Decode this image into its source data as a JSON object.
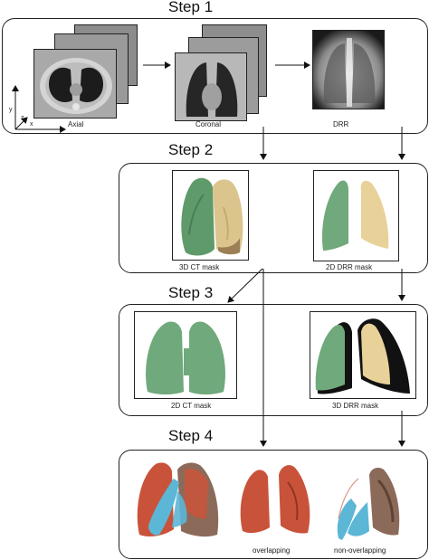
{
  "steps": {
    "s1": "Step 1",
    "s2": "Step 2",
    "s3": "Step 3",
    "s4": "Step 4"
  },
  "step1": {
    "axial": "Axial",
    "coronal": "Coronal",
    "drr": "DRR",
    "axes": {
      "y": "y",
      "z": "z",
      "x": "x"
    }
  },
  "step2": {
    "ct_mask": "3D CT mask",
    "drr_mask": "2D DRR mask"
  },
  "step3": {
    "ct_mask": "2D CT mask",
    "drr_mask": "3D DRR mask"
  },
  "step4": {
    "overlapping": "overlapping",
    "non_overlapping": "non-overlapping"
  },
  "colors": {
    "green_lung": "#6fa97c",
    "tan_lung": "#e8d29a",
    "red_lung": "#c9533a",
    "blue_lung": "#5cb6d6"
  }
}
